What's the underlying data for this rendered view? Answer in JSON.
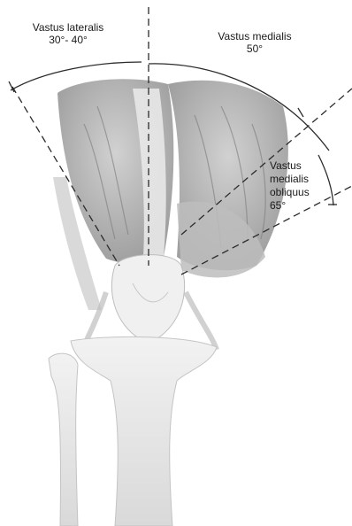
{
  "labels": {
    "vastus_lateralis": {
      "name": "Vastus lateralis",
      "angle": "30°- 40°"
    },
    "vastus_medialis": {
      "name": "Vastus medialis",
      "angle": "50°"
    },
    "vastus_medialis_obliquus": {
      "line1": "Vastus",
      "line2": "medialis",
      "line3": "obliquus",
      "angle": "65°"
    }
  },
  "colors": {
    "lines": "#2b2b2b",
    "muscle_dark": "#8d8d8d",
    "muscle_light": "#d4d4d4",
    "bone": "#e6e6e6"
  }
}
